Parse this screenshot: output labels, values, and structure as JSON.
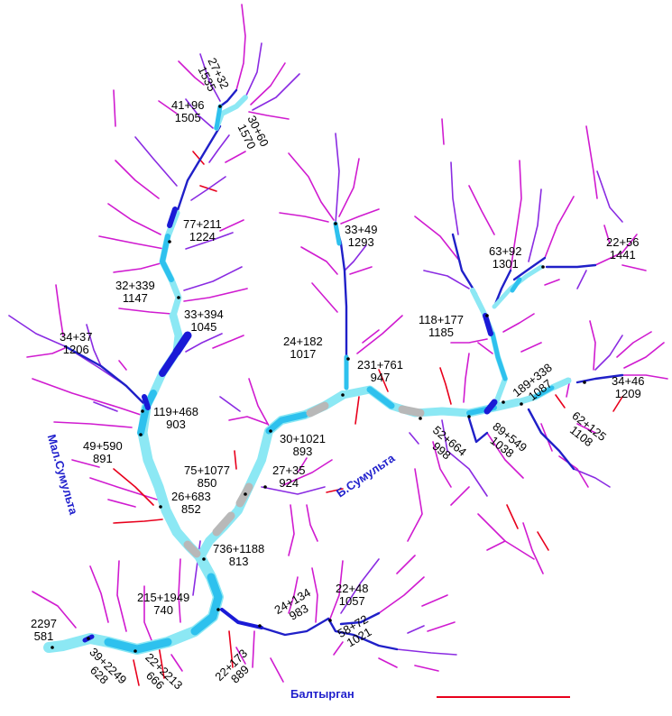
{
  "colors": {
    "cyan_dark": "#0fa3e6",
    "cyan_mid": "#2ec1ee",
    "cyan_light": "#8ce8f4",
    "blue_dark": "#1a1ad6",
    "blue_mid": "#2525b5",
    "violet": "#8a2be2",
    "magenta": "#d01bd0",
    "red": "#e8001c",
    "gray": "#b8b8b8",
    "label_blue": "#1f1fcc"
  },
  "rivers": {
    "mal_sumulta": "Мал.Сумульта",
    "b_sumulta": "Б.Сумульта",
    "baltyrgan": "Балтырган"
  },
  "labels": [
    {
      "top": "27+32",
      "bottom": "1535"
    },
    {
      "top": "41+96",
      "bottom": "1505"
    },
    {
      "top": "30+60",
      "bottom": "1570"
    },
    {
      "top": "77+211",
      "bottom": "1224"
    },
    {
      "top": "32+339",
      "bottom": "1147"
    },
    {
      "top": "33+394",
      "bottom": "1045"
    },
    {
      "top": "34+37",
      "bottom": "1206"
    },
    {
      "top": "119+468",
      "bottom": "903"
    },
    {
      "top": "49+590",
      "bottom": "891"
    },
    {
      "top": "26+683",
      "bottom": "852"
    },
    {
      "top": "75+1077",
      "bottom": "850"
    },
    {
      "top": "30+1021",
      "bottom": "893"
    },
    {
      "top": "27+35",
      "bottom": "924"
    },
    {
      "top": "33+49",
      "bottom": "1293"
    },
    {
      "top": "24+182",
      "bottom": "1017"
    },
    {
      "top": "231+761",
      "bottom": "947"
    },
    {
      "top": "63+92",
      "bottom": "1301"
    },
    {
      "top": "22+56",
      "bottom": "1441"
    },
    {
      "top": "118+177",
      "bottom": "1185"
    },
    {
      "top": "189+338",
      "bottom": "1087"
    },
    {
      "top": "34+46",
      "bottom": "1209"
    },
    {
      "top": "62+125",
      "bottom": "1108"
    },
    {
      "top": "89+549",
      "bottom": "1038"
    },
    {
      "top": "52+664",
      "bottom": "998"
    },
    {
      "top": "736+1188",
      "bottom": "813"
    },
    {
      "top": "215+1949",
      "bottom": "740"
    },
    {
      "top": "24+134",
      "bottom": "983"
    },
    {
      "top": "22+48",
      "bottom": "1057"
    },
    {
      "top": "58+72",
      "bottom": "1021"
    },
    {
      "top": "22+173",
      "bottom": "889"
    },
    {
      "top": "2297",
      "bottom": "581"
    },
    {
      "top": "39+2249",
      "bottom": "628"
    },
    {
      "top": "22+2213",
      "bottom": "666"
    }
  ]
}
